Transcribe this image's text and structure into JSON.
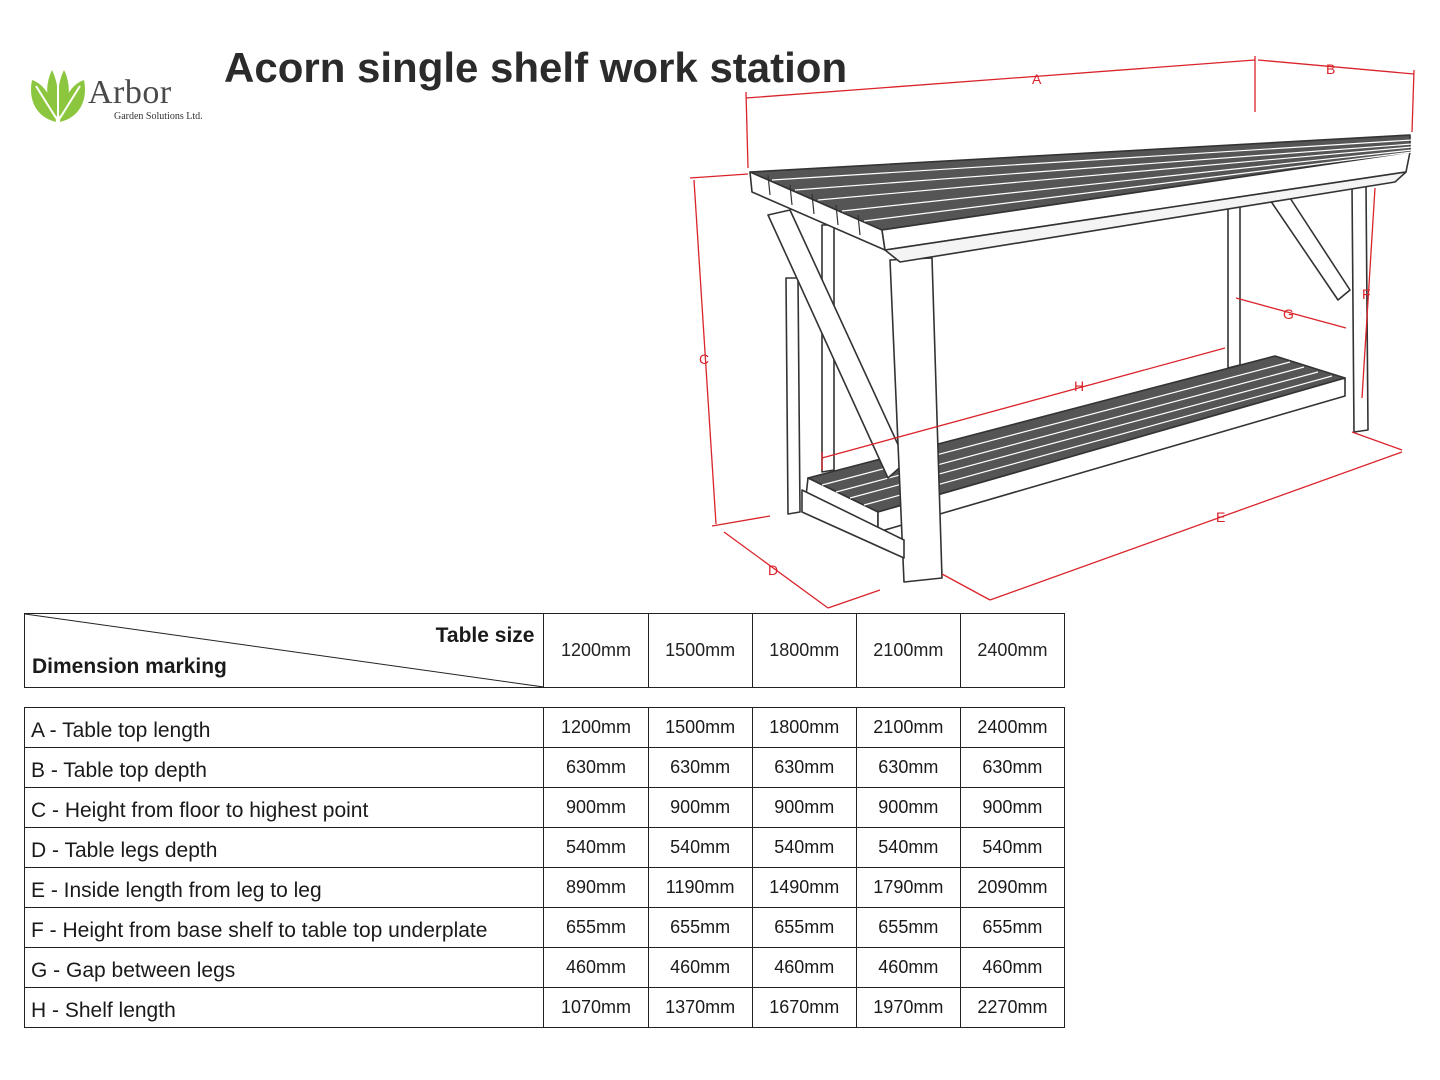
{
  "logo": {
    "name": "Arbor",
    "sub": "Garden Solutions Ltd.",
    "leaf_color": "#8cc63f"
  },
  "title": "Acorn single shelf work station",
  "dimension_letters": {
    "A": "A",
    "B": "B",
    "C": "C",
    "D": "D",
    "E": "E",
    "F": "F",
    "G": "G",
    "H": "H"
  },
  "dimension_color": "#d9242b",
  "table": {
    "corner_top": "Table size",
    "corner_bottom": "Dimension marking",
    "sizes": [
      "1200mm",
      "1500mm",
      "1800mm",
      "2100mm",
      "2400mm"
    ],
    "rows": [
      {
        "label": "A - Table top length",
        "values": [
          "1200mm",
          "1500mm",
          "1800mm",
          "2100mm",
          "2400mm"
        ]
      },
      {
        "label": "B - Table top depth",
        "values": [
          "630mm",
          "630mm",
          "630mm",
          "630mm",
          "630mm"
        ]
      },
      {
        "label": "C - Height from floor to highest point",
        "values": [
          "900mm",
          "900mm",
          "900mm",
          "900mm",
          "900mm"
        ]
      },
      {
        "label": "D - Table legs depth",
        "values": [
          "540mm",
          "540mm",
          "540mm",
          "540mm",
          "540mm"
        ]
      },
      {
        "label": "E - Inside length from leg to leg",
        "values": [
          "890mm",
          "1190mm",
          "1490mm",
          "1790mm",
          "2090mm"
        ]
      },
      {
        "label": "F - Height from base shelf to table top underplate",
        "values": [
          "655mm",
          "655mm",
          "655mm",
          "655mm",
          "655mm"
        ]
      },
      {
        "label": "G - Gap between legs",
        "values": [
          "460mm",
          "460mm",
          "460mm",
          "460mm",
          "460mm"
        ]
      },
      {
        "label": "H - Shelf length",
        "values": [
          "1070mm",
          "1370mm",
          "1670mm",
          "1970mm",
          "2270mm"
        ]
      }
    ]
  }
}
